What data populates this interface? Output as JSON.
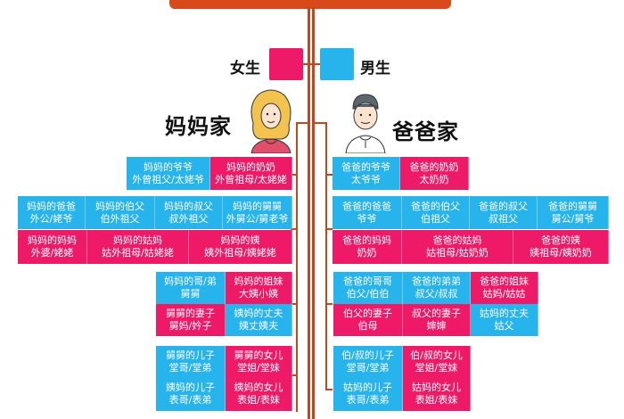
{
  "colors": {
    "female": "#ee1a68",
    "male": "#27b3ec",
    "connector": "#c0481c",
    "title_bar": "#d94a1a"
  },
  "legend": {
    "female_label": "女生",
    "male_label": "男生"
  },
  "mother_side": {
    "title": "妈妈家",
    "avatar": "woman-avatar-icon",
    "rows": [
      [
        {
          "gender": "male",
          "line1": "妈妈的爷爷",
          "line2": "外曾祖父/太姥爷"
        },
        {
          "gender": "female",
          "line1": "妈妈的奶奶",
          "line2": "外曾祖母/太姥姥"
        }
      ],
      [
        {
          "gender": "male",
          "line1": "妈妈的爸爸",
          "line2": "外公/姥爷"
        },
        {
          "gender": "male",
          "line1": "妈妈的伯父",
          "line2": "伯外祖父"
        },
        {
          "gender": "male",
          "line1": "妈妈的叔父",
          "line2": "叔外祖父"
        },
        {
          "gender": "male",
          "line1": "妈妈的舅舅",
          "line2": "外舅公/舅老爷"
        }
      ],
      [
        {
          "gender": "female",
          "line1": "妈妈的妈妈",
          "line2": "外婆/姥姥"
        },
        {
          "gender": "female",
          "line1": "妈妈的姑妈",
          "line2": "姑外祖母/姑姥姥"
        },
        {
          "gender": "female",
          "line1": "妈妈的姨",
          "line2": "姨外祖母/姨姥姥"
        }
      ],
      [
        {
          "gender": "male",
          "line1": "妈妈的哥/弟",
          "line2": "舅舅"
        },
        {
          "gender": "female",
          "line1": "妈妈的姐妹",
          "line2": "大姨小姨"
        }
      ],
      [
        {
          "gender": "female",
          "line1": "舅舅的妻子",
          "line2": "舅妈/妗子"
        },
        {
          "gender": "male",
          "line1": "姨妈的丈夫",
          "line2": "姨丈姨夫"
        }
      ],
      [
        {
          "gender": "male",
          "line1": "舅舅的儿子",
          "line2": "堂哥/堂弟"
        },
        {
          "gender": "female",
          "line1": "舅舅的女儿",
          "line2": "堂姐/堂妹"
        }
      ],
      [
        {
          "gender": "male",
          "line1": "姨妈的儿子",
          "line2": "表哥/表弟"
        },
        {
          "gender": "female",
          "line1": "姨妈的女儿",
          "line2": "表姐/表妹"
        }
      ]
    ]
  },
  "father_side": {
    "title": "爸爸家",
    "avatar": "man-avatar-icon",
    "rows": [
      [
        {
          "gender": "male",
          "line1": "爸爸的爷爷",
          "line2": "太爷爷"
        },
        {
          "gender": "female",
          "line1": "爸爸的奶奶",
          "line2": "太奶奶"
        }
      ],
      [
        {
          "gender": "male",
          "line1": "爸爸的爸爸",
          "line2": "爷爷"
        },
        {
          "gender": "male",
          "line1": "爸爸的伯父",
          "line2": "伯祖父"
        },
        {
          "gender": "male",
          "line1": "爸爸的叔父",
          "line2": "叔祖父"
        },
        {
          "gender": "male",
          "line1": "爸爸的舅舅",
          "line2": "舅公/舅爷"
        }
      ],
      [
        {
          "gender": "female",
          "line1": "爸爸的妈妈",
          "line2": "奶奶"
        },
        {
          "gender": "female",
          "line1": "爸爸的姑妈",
          "line2": "姑祖母/姑奶奶"
        },
        {
          "gender": "female",
          "line1": "爸爸的姨",
          "line2": "姨祖母/姨奶奶"
        }
      ],
      [
        {
          "gender": "male",
          "line1": "爸爸的哥哥",
          "line2": "伯父/伯伯"
        },
        {
          "gender": "male",
          "line1": "爸爸的弟弟",
          "line2": "叔父/叔叔"
        },
        {
          "gender": "female",
          "line1": "爸爸的姐妹",
          "line2": "姑妈/姑姑"
        }
      ],
      [
        {
          "gender": "female",
          "line1": "伯父的妻子",
          "line2": "伯母"
        },
        {
          "gender": "female",
          "line1": "叔父的妻子",
          "line2": "婶婶"
        },
        {
          "gender": "male",
          "line1": "姑妈的丈夫",
          "line2": "姑父"
        }
      ],
      [
        {
          "gender": "male",
          "line1": "伯/叔的儿子",
          "line2": "堂哥/堂弟"
        },
        {
          "gender": "female",
          "line1": "伯/叔的女儿",
          "line2": "堂姐/堂妹"
        }
      ],
      [
        {
          "gender": "male",
          "line1": "姑妈的儿子",
          "line2": "表哥/表弟"
        },
        {
          "gender": "female",
          "line1": "姑妈的女儿",
          "line2": "表姐/表妹"
        }
      ]
    ]
  }
}
